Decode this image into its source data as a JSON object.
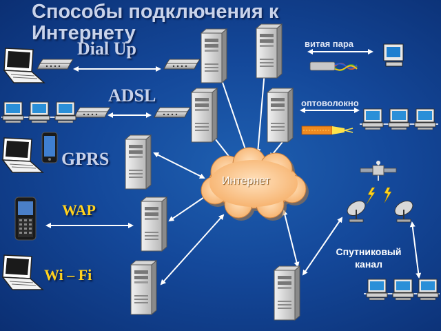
{
  "title": {
    "line1": "Способы подключения к",
    "line2": "Интернету"
  },
  "methods": {
    "dialup": "Dial Up",
    "adsl": "ADSL",
    "gprs": "GPRS",
    "wap": "WAP",
    "wifi": "Wi – Fi"
  },
  "media": {
    "twisted_pair": "витая пара",
    "fiber": "оптоволокно"
  },
  "cloud": "Интернет",
  "satellite": {
    "line1": "Спутниковый",
    "line2": "канал"
  },
  "colors": {
    "background": "#14489a",
    "title": "#c9d3ea",
    "label_yellow": "#ffd21e",
    "cloud": "#ffc48a",
    "arrow": "#ffffff"
  }
}
